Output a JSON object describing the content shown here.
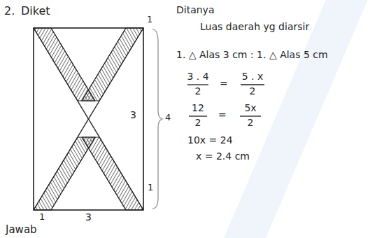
{
  "diagram": {
    "labels": [
      "2.",
      "Diket",
      "1",
      "3",
      "4",
      "1",
      "1",
      "3",
      "Jawab",
      "Ditanya",
      "Luas daerah yg diarsir",
      "1. △ Alas 3 cm : 1. △ Alas 5 cm",
      "3 . 4",
      "2",
      "=",
      "5 . x",
      "2",
      "12",
      "2",
      "=",
      "5x",
      "2",
      "10x = 24",
      "x = 2.4 cm"
    ]
  }
}
